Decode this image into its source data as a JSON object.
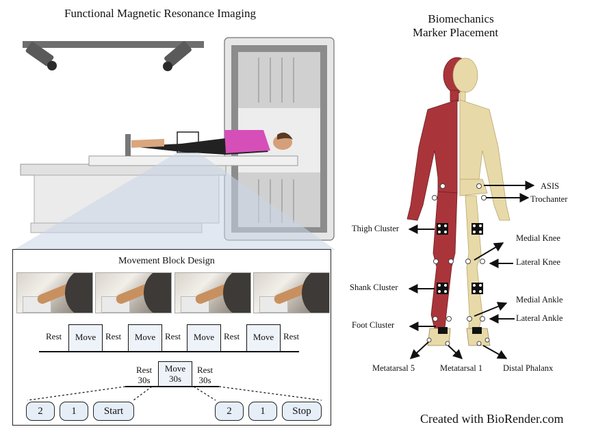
{
  "fmri": {
    "title": "Functional Magnetic Resonance Imaging"
  },
  "block_design": {
    "title": "Movement Block Design",
    "timeline": [
      "Rest",
      "Move",
      "Rest",
      "Move",
      "Rest",
      "Move",
      "Rest",
      "Move",
      "Rest"
    ],
    "detail": {
      "rest_left": "Rest",
      "rest_left_dur": "30s",
      "move": "Move",
      "move_dur": "30s",
      "rest_right": "Rest",
      "rest_right_dur": "30s"
    },
    "countdown_start": [
      "2",
      "1",
      "Start"
    ],
    "countdown_stop": [
      "2",
      "1",
      "Stop"
    ]
  },
  "biomech": {
    "title_line1": "Biomechanics",
    "title_line2": "Marker Placement",
    "labels": {
      "asis": "ASIS",
      "trochanter": "Trochanter",
      "thigh_cluster": "Thigh Cluster",
      "medial_knee": "Medial Knee",
      "lateral_knee": "Lateral Knee",
      "shank_cluster": "Shank Cluster",
      "medial_ankle": "Medial Ankle",
      "lateral_ankle": "Lateral Ankle",
      "foot_cluster": "Foot Cluster",
      "metatarsal5": "Metatarsal 5",
      "metatarsal1": "Metatarsal 1",
      "distal_phalanx": "Distal Phalanx"
    }
  },
  "credit": "Created with BioRender.com",
  "colors": {
    "scanner_gray": "#d9d9d9",
    "muscle_red": "#a9353a",
    "bone": "#e8d9a8",
    "shirt": "#d64fb8",
    "box_fill": "#eef3fa",
    "button_fill": "#e6eef8"
  }
}
